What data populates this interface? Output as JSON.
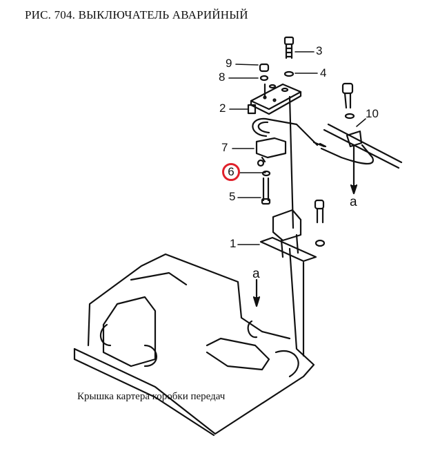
{
  "title": "РИС. 704. ВЫКЛЮЧАТЕЛЬ АВАРИЙНЫЙ",
  "callouts": [
    {
      "id": "1",
      "label": "1"
    },
    {
      "id": "2",
      "label": "2"
    },
    {
      "id": "3",
      "label": "3"
    },
    {
      "id": "4",
      "label": "4"
    },
    {
      "id": "5",
      "label": "5"
    },
    {
      "id": "6",
      "label": "6",
      "highlighted": true
    },
    {
      "id": "7",
      "label": "7"
    },
    {
      "id": "8",
      "label": "8"
    },
    {
      "id": "9",
      "label": "9"
    },
    {
      "id": "10",
      "label": "10"
    }
  ],
  "arrow_labels": {
    "upper": "a",
    "lower": "a"
  },
  "caption": "Крышка картера коробки передач",
  "colors": {
    "line": "#111111",
    "highlight": "#e0202a"
  }
}
